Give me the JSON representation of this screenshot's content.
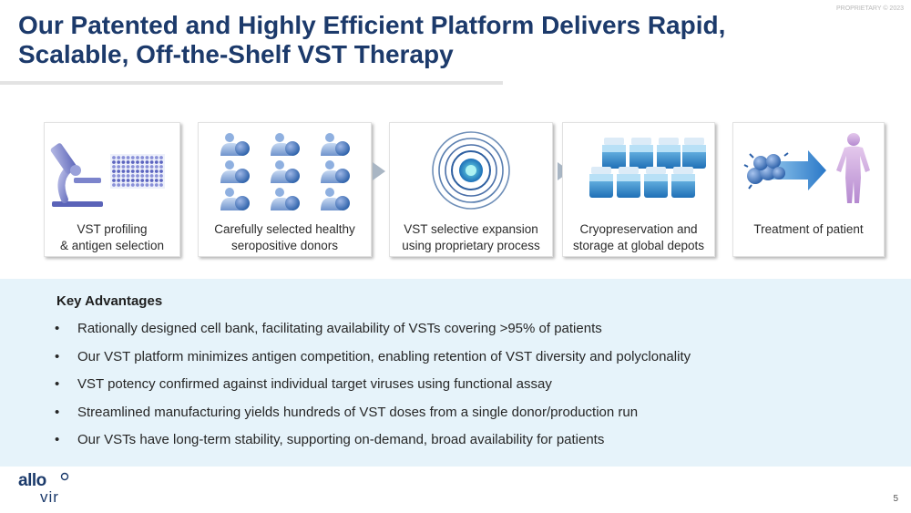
{
  "header": {
    "proprietary": "PROPRIETARY © 2023",
    "title": "Our Patented and Highly Efficient Platform Delivers Rapid, Scalable, Off-the-Shelf VST Therapy"
  },
  "process_steps": [
    {
      "label": "VST profiling\n& antigen selection",
      "icon": "microscope-icon"
    },
    {
      "label": "Carefully selected healthy\nseropositive donors",
      "icon": "donors-icon"
    },
    {
      "label": "VST selective expansion\nusing proprietary process",
      "icon": "expansion-icon"
    },
    {
      "label": "Cryopreservation and\nstorage at global depots",
      "icon": "vials-icon"
    },
    {
      "label": "Treatment of patient",
      "icon": "patient-icon"
    }
  ],
  "advantages": {
    "heading": "Key Advantages",
    "items": [
      "Rationally designed cell bank, facilitating availability of VSTs covering >95% of patients",
      "Our VST platform minimizes antigen competition, enabling retention of VST diversity and polyclonality",
      "VST potency confirmed against individual target viruses using functional assay",
      "Streamlined manufacturing yields hundreds of VST doses from a single donor/production run",
      "Our VSTs have long-term stability, supporting on-demand, broad availability for patients"
    ]
  },
  "footer": {
    "logo_top": "allo",
    "logo_bottom": "vir",
    "page_number": "5"
  },
  "colors": {
    "title": "#1c3a6b",
    "accent_blue": "#2a5fa8",
    "light_blue": "#e6f3fa",
    "arrow": "#a9b6c4"
  }
}
